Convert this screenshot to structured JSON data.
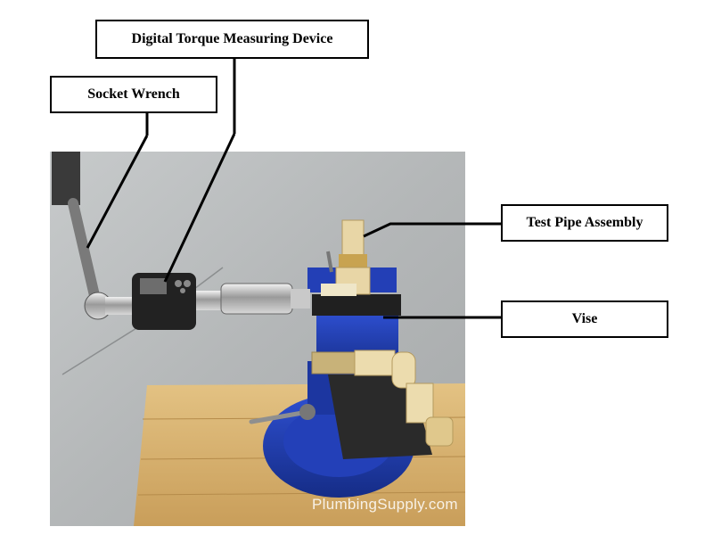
{
  "labels": {
    "torque_device": "Digital Torque Measuring Device",
    "socket_wrench": "Socket Wrench",
    "test_pipe": "Test Pipe Assembly",
    "vise": "Vise"
  },
  "watermark": "PlumbingSupply.com",
  "colors": {
    "vise_blue": "#1f3aa8",
    "wood": "#d8b470",
    "concrete": "#b9bcbc",
    "pipe_fitting": "#e8d6a6"
  }
}
